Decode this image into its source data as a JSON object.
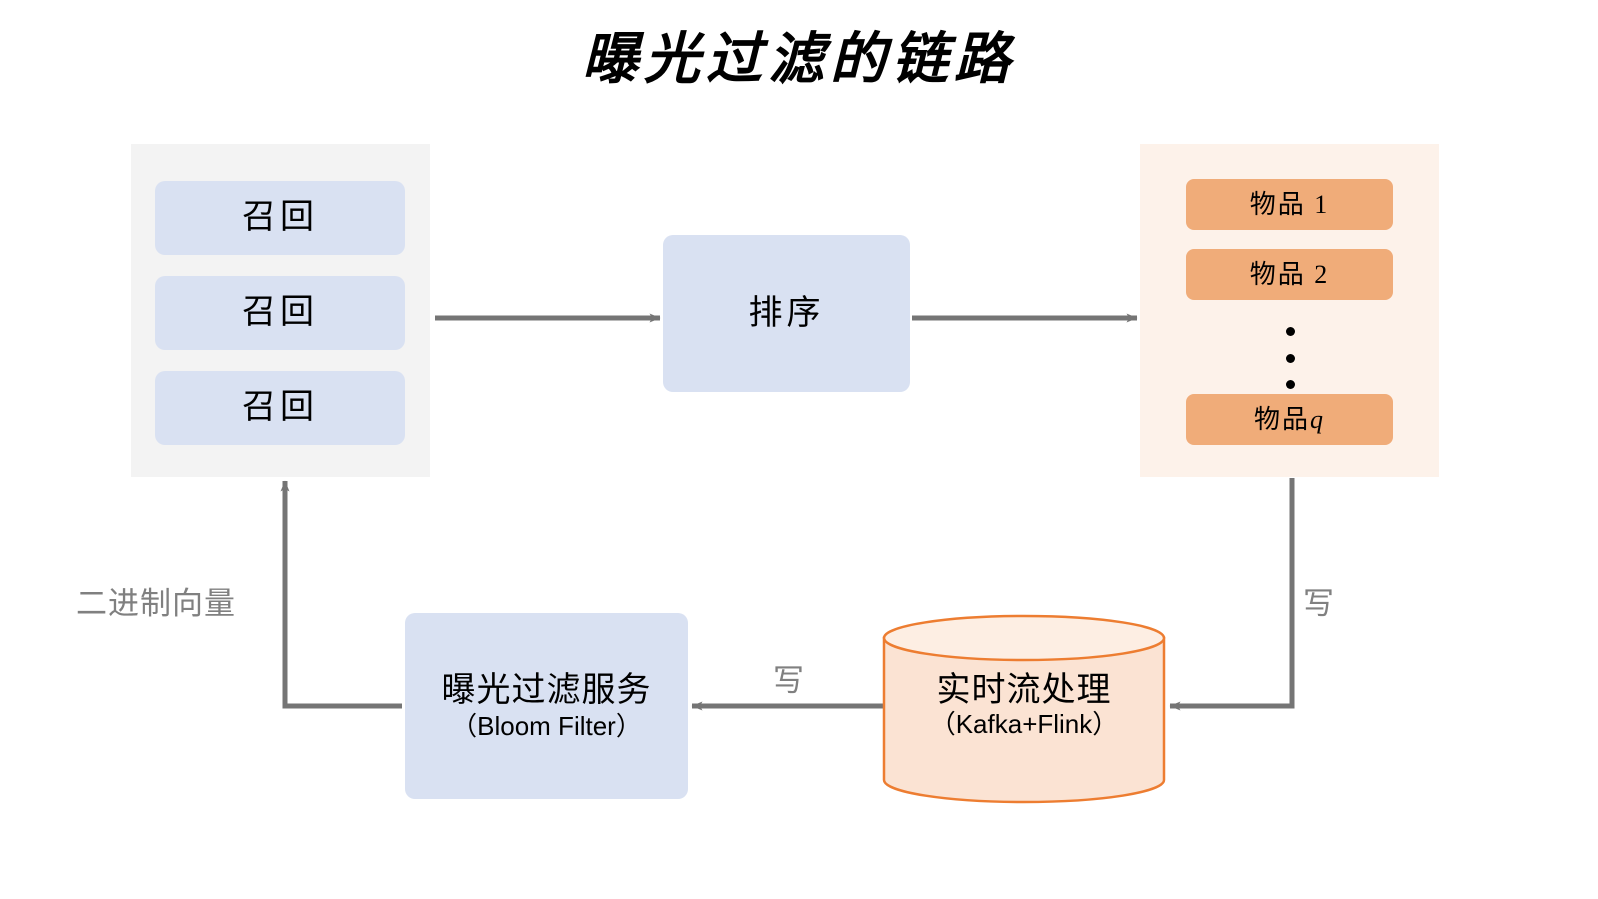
{
  "title": "曝光过滤的链路",
  "colors": {
    "blue_fill": "#d9e1f2",
    "orange_fill": "#f0ac79",
    "recall_panel_bg": "#f3f3f3",
    "items_panel_bg": "#fdf2ea",
    "cylinder_fill": "#fbe3d3",
    "cylinder_stroke": "#ed7d31",
    "connector": "#757575",
    "label_text": "#808080"
  },
  "recall_panel": {
    "items": [
      {
        "label": "召回"
      },
      {
        "label": "召回"
      },
      {
        "label": "召回"
      }
    ]
  },
  "rank": {
    "label": "排序"
  },
  "items_panel": {
    "items": [
      {
        "label": "物品 1"
      },
      {
        "label": "物品 2"
      }
    ],
    "ellipsis": "⋮",
    "last_item": {
      "prefix": "物品 ",
      "variable": "q"
    }
  },
  "bloom": {
    "title": "曝光过滤服务",
    "subtitle": "（Bloom Filter）"
  },
  "stream": {
    "title": "实时流处理",
    "subtitle": "（Kafka+Flink）"
  },
  "edge_labels": {
    "binary_vector": "二进制向量",
    "write_middle": "写",
    "write_right": "写"
  }
}
